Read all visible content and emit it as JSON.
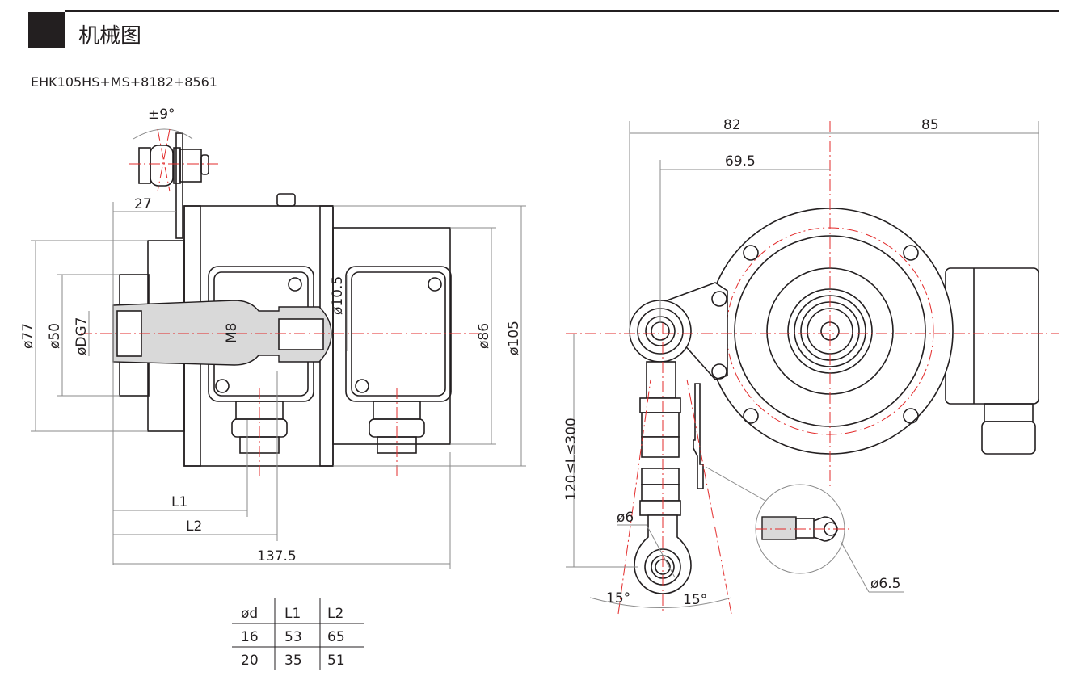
{
  "header": {
    "title": "机械图",
    "subtitle": "EHK105HS+MS+8182+8561"
  },
  "side_view": {
    "dims": {
      "angle": "±9°",
      "offset": "27",
      "d77": "ø77",
      "d50": "ø50",
      "dg7": "øDG7",
      "m8": "M8",
      "d10_5": "ø10.5",
      "d86": "ø86",
      "d105": "ø105",
      "l1": "L1",
      "l2": "L2",
      "length": "137.5"
    }
  },
  "table": {
    "headers": [
      "ød",
      "L1",
      "L2"
    ],
    "rows": [
      [
        "16",
        "53",
        "65"
      ],
      [
        "20",
        "35",
        "51"
      ]
    ]
  },
  "front_view": {
    "dims": {
      "w82": "82",
      "w85": "85",
      "w69_5": "69.5",
      "arm_length": "120≤L≤300",
      "d6": "ø6",
      "d6_5": "ø6.5",
      "angle_left": "15°",
      "angle_right": "15°"
    }
  },
  "colors": {
    "line": "#231f20",
    "centerline": "#e32b2b",
    "dimension": "#8a8a8a"
  }
}
